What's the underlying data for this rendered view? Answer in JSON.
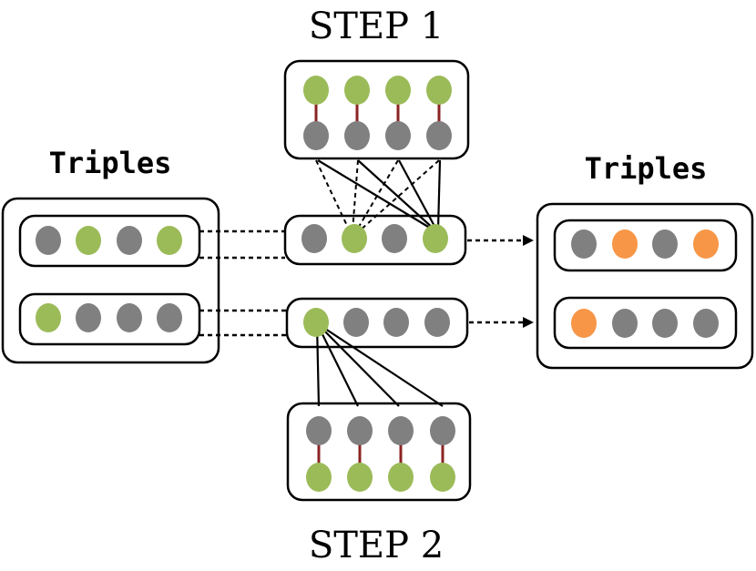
{
  "labels": {
    "step1": "STEP 1",
    "step2": "STEP 2",
    "triples_left": "Triples",
    "triples_right": "Triples"
  },
  "colors": {
    "grey_node": "#808080",
    "green_node": "#9bbb59",
    "orange_node": "#f79646",
    "link": "#8b2323",
    "stroke": "#000000"
  },
  "input_triples": [
    [
      "grey",
      "green",
      "grey",
      "green"
    ],
    [
      "green",
      "grey",
      "grey",
      "grey"
    ]
  ],
  "middle_rows": [
    [
      "grey",
      "green",
      "grey",
      "green"
    ],
    [
      "green",
      "grey",
      "grey",
      "grey"
    ]
  ],
  "output_triples": [
    [
      "grey",
      "orange",
      "grey",
      "orange"
    ],
    [
      "orange",
      "grey",
      "grey",
      "grey"
    ]
  ],
  "step1_pairs": {
    "top": "green",
    "bottom": "grey",
    "count": 4
  },
  "step2_pairs": {
    "top": "grey",
    "bottom": "green",
    "count": 4
  }
}
